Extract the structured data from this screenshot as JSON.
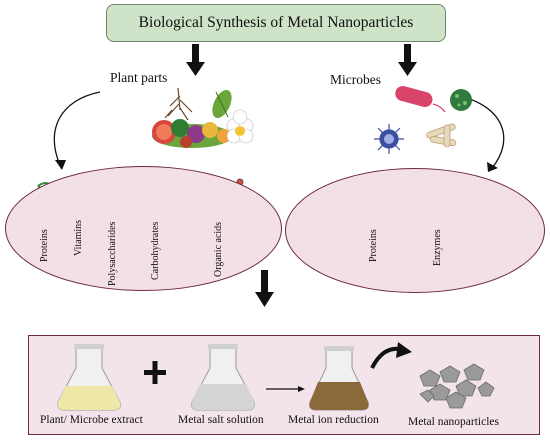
{
  "title": "Biological Synthesis of Metal Nanoparticles",
  "plant": {
    "label": "Plant parts",
    "items": [
      "Proteins",
      "Vitamins",
      "Polysaccharides",
      "Carbohydrates",
      "Organic acids"
    ]
  },
  "microbes": {
    "label": "Microbes",
    "items": [
      "Proteins",
      "Enzymes"
    ]
  },
  "process": {
    "steps": [
      "Plant/ Microbe extract",
      "Metal salt solution",
      "Metal ion reduction",
      "Metal nanoparticles"
    ],
    "plus": "+"
  },
  "colors": {
    "title_fill": "#cfe3c8",
    "ellipse_fill": "#f3dfe6",
    "border": "#6e2a3e",
    "arrow": "#111111"
  }
}
